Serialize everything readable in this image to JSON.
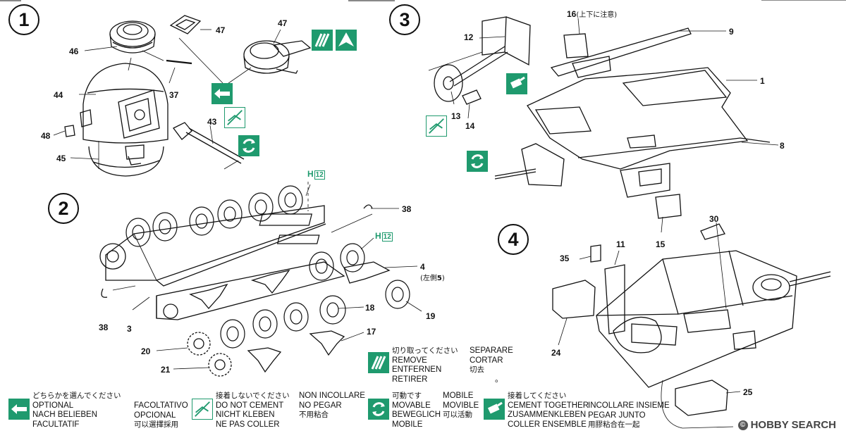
{
  "steps": [
    "1",
    "2",
    "3",
    "4"
  ],
  "parts": {
    "p47a": "47",
    "p47b": "47",
    "p46": "46",
    "p37": "37",
    "p44": "44",
    "p43": "43",
    "p48": "48",
    "p45": "45",
    "p12": "12",
    "p16": "16",
    "p16_note": "(上下に注意)",
    "p9": "9",
    "p1": "1",
    "p13": "13",
    "p14": "14",
    "p8": "8",
    "p15": "15",
    "pH_prefix_a": "H",
    "pH_num_a": "12",
    "pH_prefix_b": "H",
    "pH_num_b": "12",
    "p38a": "38",
    "p38b": "38",
    "p4": "4",
    "p4_note_prefix": "(左側",
    "p4_note_num": "5",
    "p4_note_suffix": ")",
    "p3": "3",
    "p18": "18",
    "p19": "19",
    "p17": "17",
    "p20": "20",
    "p21": "21",
    "p30": "30",
    "p35": "35",
    "p11": "11",
    "p24": "24",
    "p25": "25"
  },
  "remove_note": {
    "col1": [
      "切り取ってください",
      "REMOVE",
      "ENTFERNEN",
      "RETIRER"
    ],
    "col2": [
      "SEPARARE",
      "CORTAR",
      "切去",
      "。"
    ]
  },
  "legend": [
    {
      "icon": "optional-icon",
      "col1": [
        "どちらかを選んでください",
        "OPTIONAL",
        "NACH BELIEBEN",
        "FACULTATIF"
      ],
      "col2": [
        "FACOLTATIVO",
        "OPCIONAL",
        "可以選擇採用"
      ]
    },
    {
      "icon": "do-not-cement-icon",
      "col1": [
        "接着しないでください",
        "DO NOT CEMENT",
        "NICHT KLEBEN",
        "NE PAS COLLER"
      ],
      "col2": [
        "NON INCOLLARE",
        "NO PEGAR",
        "不用粘合"
      ]
    },
    {
      "icon": "movable-icon",
      "col1": [
        "可動です",
        "MOVABLE",
        "BEWEGLICH",
        "MOBILE"
      ],
      "col2": [
        "MOBILE",
        "MOVIBLE",
        "可以活動"
      ]
    },
    {
      "icon": "cement-together-icon",
      "col1": [
        "接着してください",
        "CEMENT TOGETHER",
        "ZUSAMMENKLEBEN",
        "COLLER ENSEMBLE"
      ],
      "col2": [
        "INCOLLARE INSIEME",
        "PEGAR JUNTO",
        "用膠粘合在一起"
      ]
    }
  ],
  "watermark": "HOBBY SEARCH",
  "watermark_mark": "©",
  "colors": {
    "accent": "#1f9a6e",
    "ink": "#111111"
  }
}
